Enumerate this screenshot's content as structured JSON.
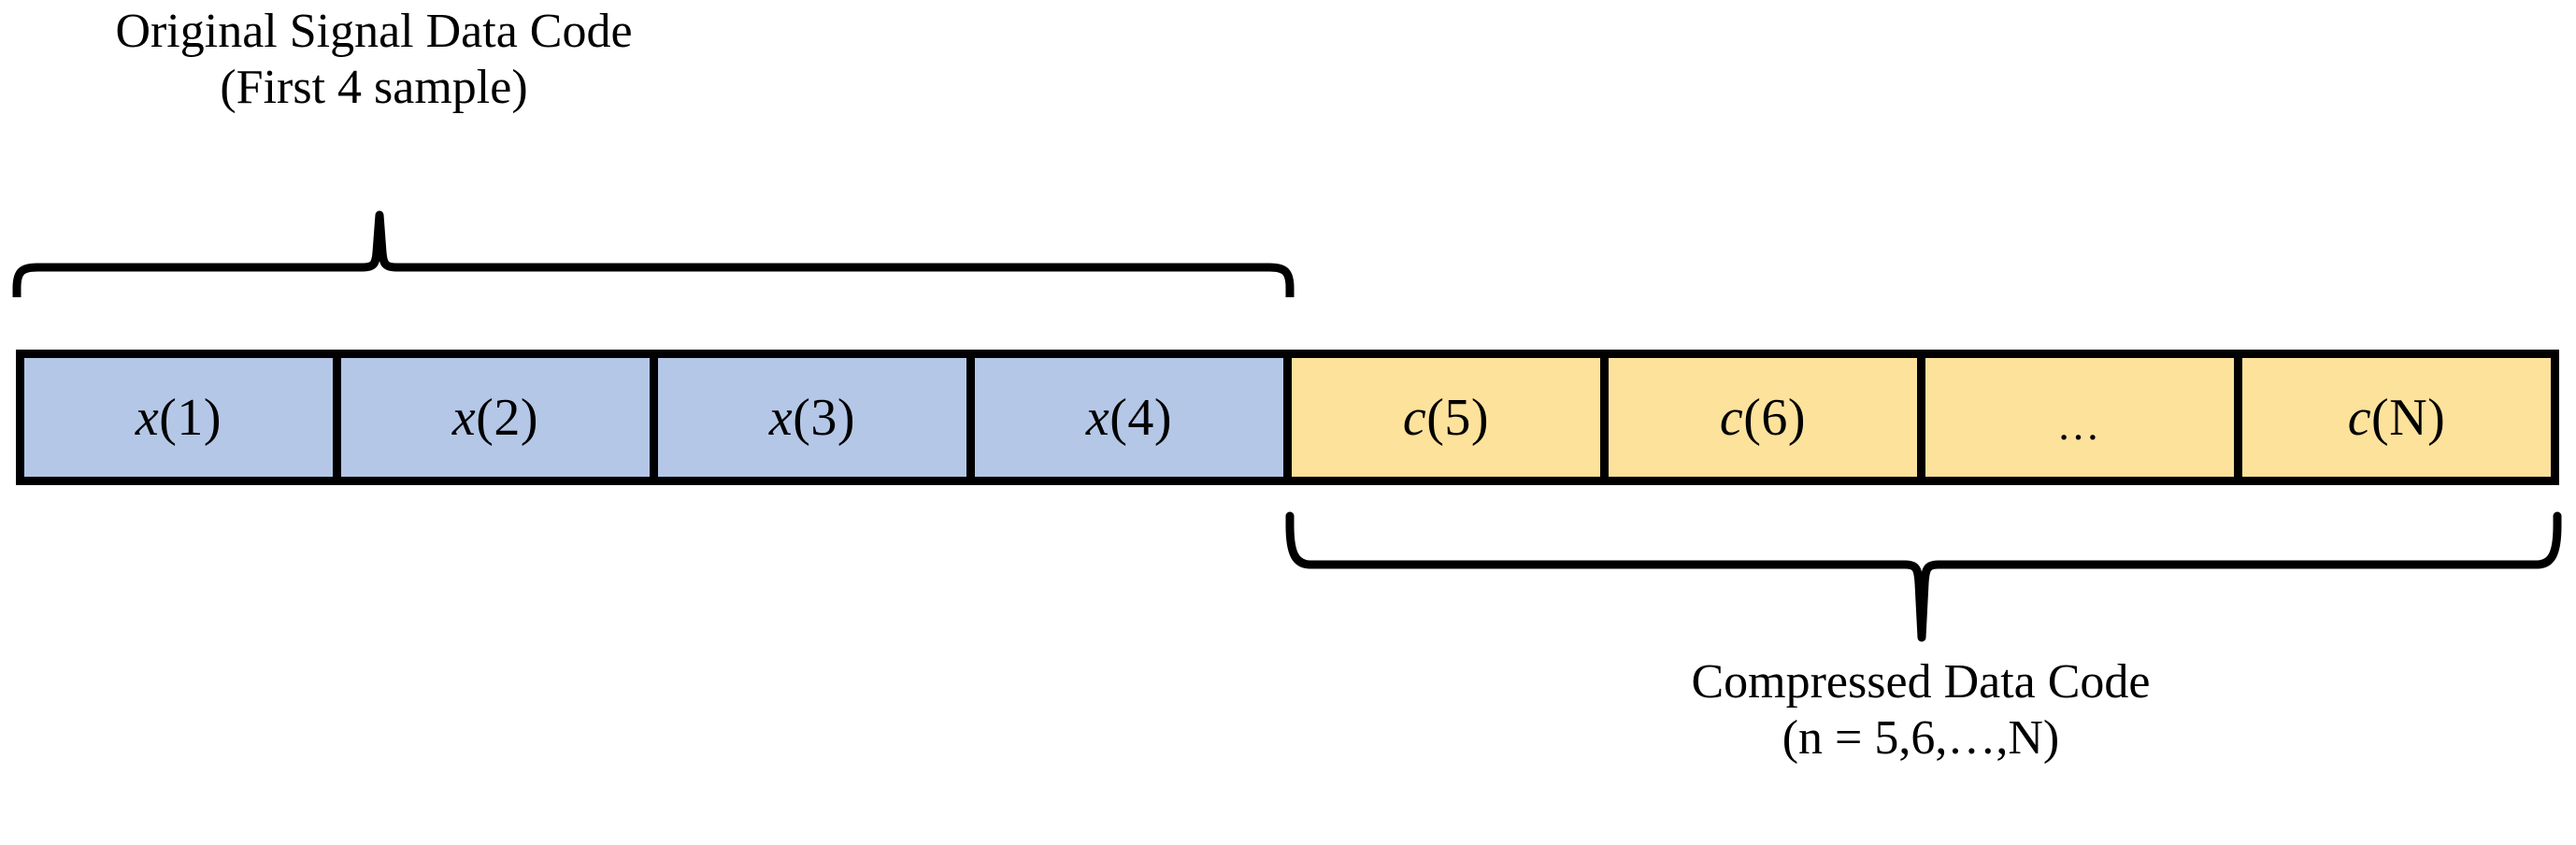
{
  "diagram": {
    "title_top": {
      "line1": "Original Signal Data Code",
      "line2": "(First 4 sample)"
    },
    "title_bottom": {
      "line1": "Compressed Data Code",
      "line2": "(n = 5,6,…,N)"
    },
    "colors": {
      "original_fill": "#b4c7e7",
      "compressed_fill": "#fce29b",
      "stroke": "#000000",
      "background": "#ffffff"
    },
    "cells": [
      {
        "var": "x",
        "arg": "(1)",
        "group": "original",
        "fill": "#b4c7e7"
      },
      {
        "var": "x",
        "arg": "(2)",
        "group": "original",
        "fill": "#b4c7e7"
      },
      {
        "var": "x",
        "arg": "(3)",
        "group": "original",
        "fill": "#b4c7e7"
      },
      {
        "var": "x",
        "arg": "(4)",
        "group": "original",
        "fill": "#b4c7e7"
      },
      {
        "var": "c",
        "arg": "(5)",
        "group": "compressed",
        "fill": "#fce29b"
      },
      {
        "var": "c",
        "arg": "(6)",
        "group": "compressed",
        "fill": "#fce29b"
      },
      {
        "var": "",
        "arg": "…",
        "group": "compressed",
        "fill": "#fce29b"
      },
      {
        "var": "c",
        "arg": "(N)",
        "group": "compressed",
        "fill": "#fce29b"
      }
    ],
    "braces": {
      "top_label": "Original Signal Data Code (First 4 sample)",
      "bottom_label": "Compressed Data Code (n = 5,6,…,N)"
    }
  }
}
